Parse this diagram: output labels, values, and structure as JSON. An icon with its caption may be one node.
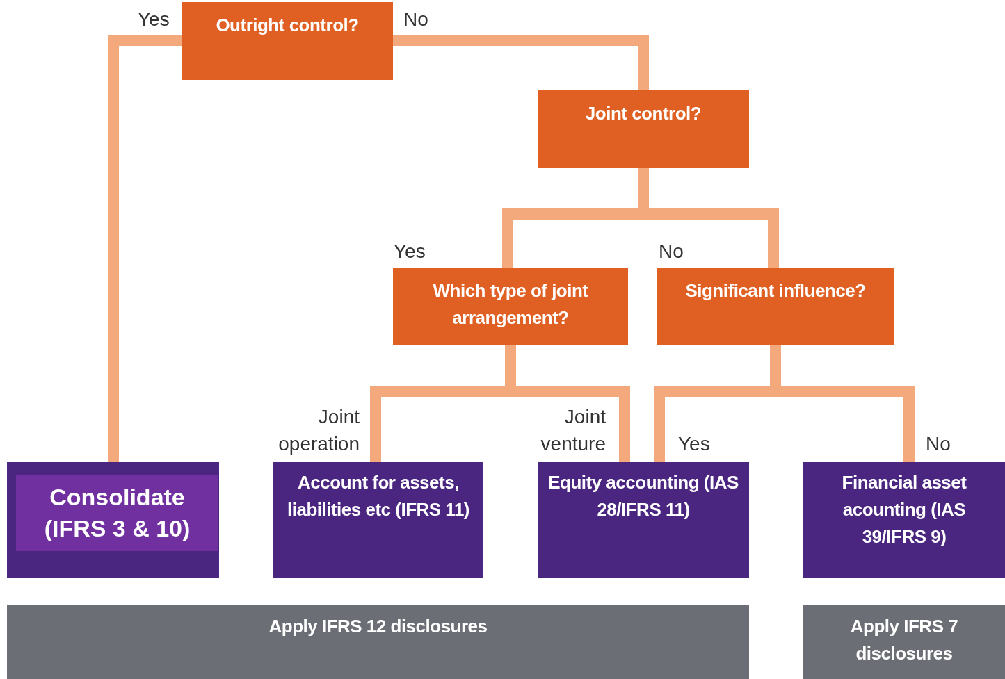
{
  "diagram": {
    "nodes": [
      {
        "text": [
          "Outright control?"
        ]
      },
      {
        "text": [
          "Joint control?"
        ]
      },
      {
        "text": [
          "Which type of joint arrangement?"
        ]
      },
      {
        "text": [
          "Significant influence?"
        ]
      },
      {
        "text": [
          "Consolidate (IFRS 3 & 10)"
        ]
      },
      {
        "text": [
          "Account for assets, liabilities etc (IFRS 11)"
        ]
      },
      {
        "text": [
          "Equity accounting (IAS 28/IFRS 11)"
        ]
      },
      {
        "text": [
          "Financial asset acounting (IAS 39/IFRS 9)"
        ]
      },
      {
        "text": [
          "Apply IFRS 12 disclosures"
        ]
      },
      {
        "text": [
          "Apply IFRS 7 disclosures"
        ]
      }
    ],
    "edges": [
      {
        "from": 0,
        "to": 4,
        "arrow": "none",
        "label": "Yes"
      },
      {
        "from": 0,
        "to": 1,
        "arrow": "none",
        "label": "No"
      },
      {
        "from": 1,
        "to": 2,
        "arrow": "none",
        "label": "Yes"
      },
      {
        "from": 1,
        "to": 3,
        "arrow": "none",
        "label": "No"
      },
      {
        "from": 2,
        "to": 5,
        "arrow": "none",
        "label": "Joint operation"
      },
      {
        "from": 2,
        "to": 6,
        "arrow": "none",
        "label": "Joint venture"
      },
      {
        "from": 3,
        "to": 6,
        "arrow": "none",
        "label": "Yes"
      },
      {
        "from": 3,
        "to": 7,
        "arrow": "none",
        "label": "No"
      }
    ]
  }
}
